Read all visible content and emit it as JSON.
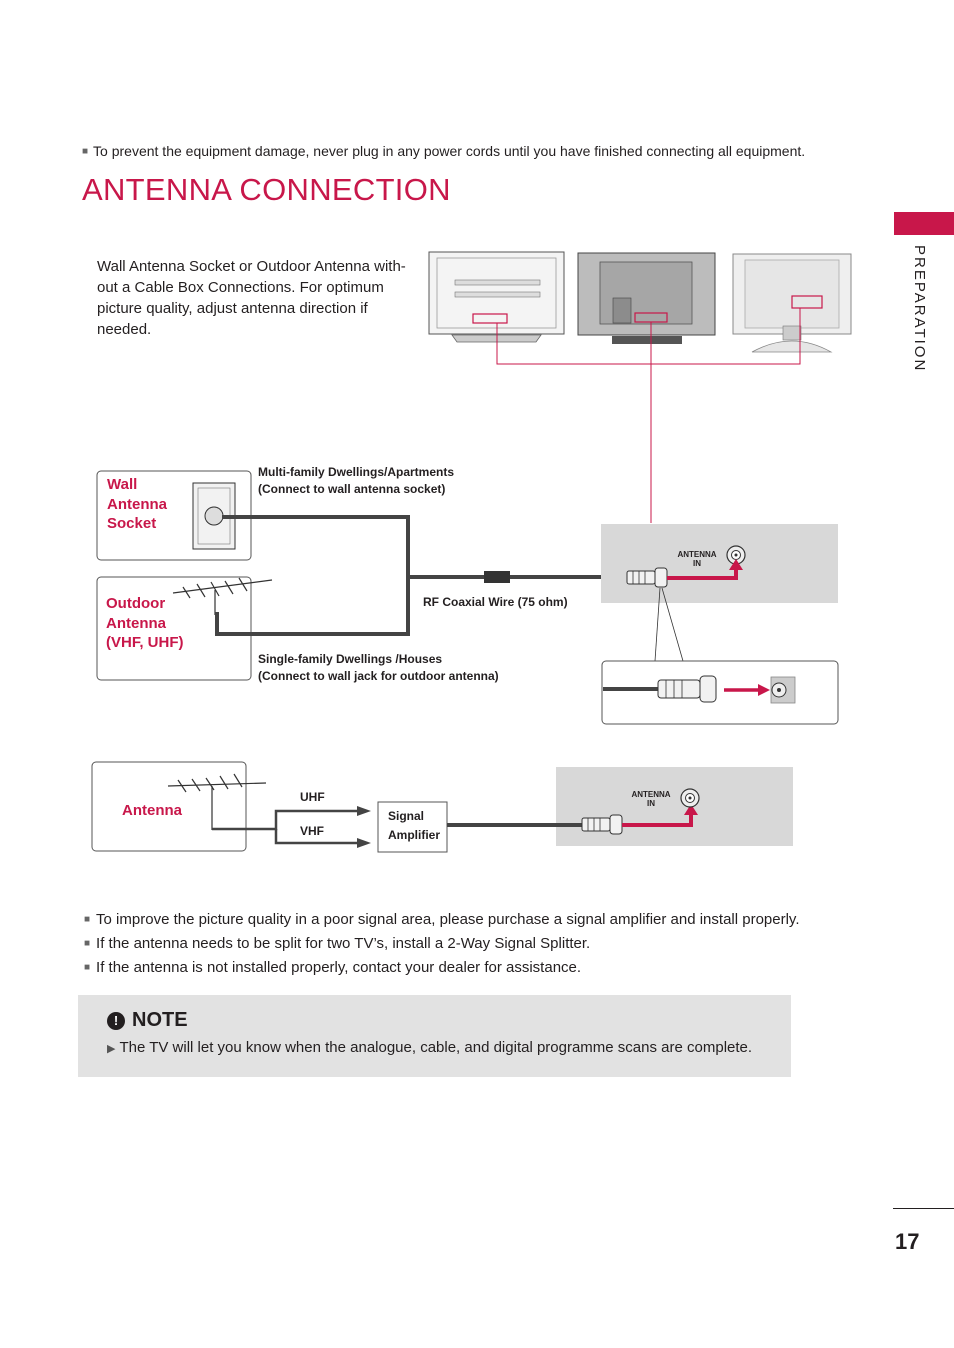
{
  "top_warning": "To prevent the equipment damage, never plug in any power cords until you have finished connecting all equipment.",
  "title": "Antenna connection",
  "side_label": "Preparation",
  "intro_lines": [
    "Wall Antenna Socket or Outdoor Antenna with-",
    "out a Cable Box Connections. For optimum",
    "picture quality, adjust antenna direction if",
    "needed."
  ],
  "diagram1": {
    "wall_socket_label": [
      "Wall",
      "Antenna",
      "Socket"
    ],
    "outdoor_antenna_label": [
      "Outdoor",
      "Antenna",
      "(VHF, UHF)"
    ],
    "multi_family_line1": "Multi-family Dwellings/Apartments",
    "multi_family_line2": "(Connect to wall antenna socket)",
    "single_family_line1": "Single-family Dwellings /Houses",
    "single_family_line2": "(Connect to wall jack for outdoor antenna)",
    "wire_label": "RF Coaxial Wire (75 ohm)",
    "port_label_line1": "ANTENNA",
    "port_label_line2": "IN"
  },
  "diagram2": {
    "antenna_label": "Antenna",
    "uhf_label": "UHF",
    "vhf_label": "VHF",
    "amplifier_line1": "Signal",
    "amplifier_line2": "Amplifier",
    "port_label_line1": "ANTENNA",
    "port_label_line2": "IN"
  },
  "bullets": [
    "To improve the picture quality in a poor signal area, please purchase a signal amplifier and install properly.",
    "If the antenna needs to be split for two TV’s, install a 2-Way Signal Splitter.",
    "If the antenna is not installed properly, contact your dealer for assistance."
  ],
  "note": {
    "icon": "exclamation-icon",
    "heading": "Note",
    "text": "The TV will let you know when the analogue, cable, and digital programme scans are complete."
  },
  "page_number": "17",
  "colors": {
    "accent": "#c8174a",
    "note_bg": "#e2e2e2",
    "panel_bg": "#d8d8d8"
  }
}
